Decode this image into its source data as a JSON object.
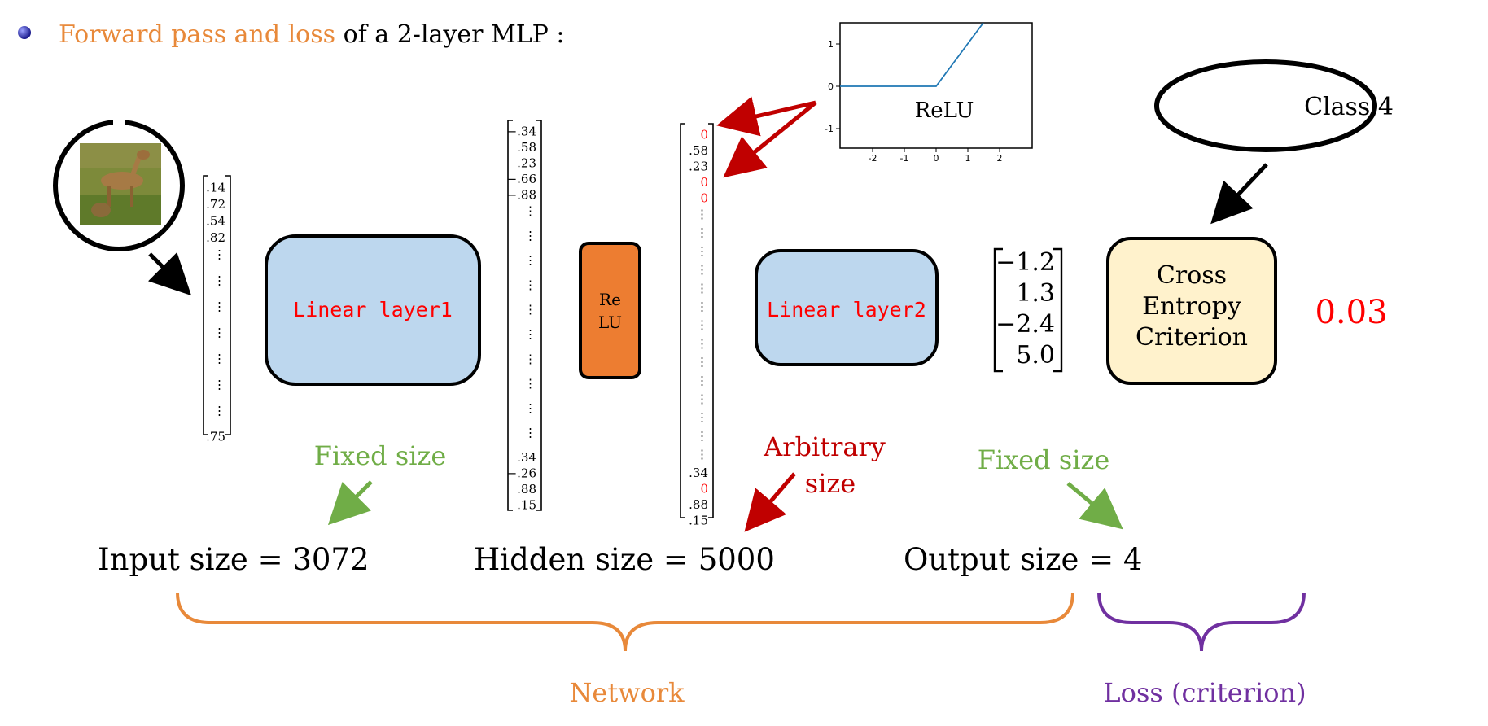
{
  "heading": {
    "highlight": "Forward pass and loss",
    "rest": "of a 2-layer MLP :"
  },
  "relu_plot": {
    "label": "ReLU",
    "x_ticks": [
      "-2",
      "-1",
      "0",
      "1",
      "2"
    ],
    "y_ticks": [
      "1",
      "0",
      "-1"
    ]
  },
  "input_vector": {
    "top_values": [
      ".14",
      ".72",
      ".54",
      ".82"
    ],
    "bottom_values": [
      ".75"
    ],
    "dots": [
      "⋮",
      "⋮",
      "⋮",
      "⋮",
      "⋮",
      "⋮",
      "⋮"
    ]
  },
  "hidden_pre": {
    "top_values": [
      "−.34",
      ".58",
      ".23",
      "−.66",
      "−.88"
    ],
    "bottom_values": [
      ".34",
      "−.26",
      ".88",
      ".15"
    ],
    "dots": [
      "⋮",
      "⋮",
      "⋮",
      "⋮",
      "⋮",
      "⋮",
      "⋮",
      "⋮",
      "⋮",
      "⋮"
    ]
  },
  "hidden_post": {
    "top_values": [
      {
        "v": "0",
        "zero": true
      },
      {
        "v": ".58",
        "zero": false
      },
      {
        "v": ".23",
        "zero": false
      },
      {
        "v": "0",
        "zero": true
      },
      {
        "v": "0",
        "zero": true
      }
    ],
    "bottom_values": [
      {
        "v": ".34",
        "zero": false
      },
      {
        "v": "0",
        "zero": true
      },
      {
        "v": ".88",
        "zero": false
      },
      {
        "v": ".15",
        "zero": false
      }
    ],
    "dots": [
      "⋮",
      "⋮",
      "⋮",
      "⋮",
      "⋮",
      "⋮",
      "⋮",
      "⋮",
      "⋮",
      "⋮",
      "⋮",
      "⋮",
      "⋮",
      "⋮"
    ]
  },
  "blocks": {
    "linear1": "Linear_layer1",
    "relu_line1": "Re",
    "relu_line2": "LU",
    "linear2": "Linear_layer2",
    "criterion_line1": "Cross",
    "criterion_line2": "Entropy",
    "criterion_line3": "Criterion"
  },
  "output_vector": [
    "−1.2",
    "1.3",
    "−2.4",
    "5.0"
  ],
  "loss_value": "0.03",
  "class_label": "Class 4",
  "annotations": {
    "fixed_size_input": "Fixed size",
    "arbitrary_line1": "Arbitrary",
    "arbitrary_line2": "size",
    "fixed_size_output": "Fixed size"
  },
  "sizes": {
    "input": "Input size = 3072",
    "hidden": "Hidden size = 5000",
    "output": "Output size = 4"
  },
  "braces": {
    "network": "Network",
    "loss": "Loss (criterion)"
  },
  "colors": {
    "orange": "#E8893A",
    "green": "#70AD47",
    "red": "#FF0000",
    "darkred": "#C00000",
    "purple": "#7030A0",
    "blue_box": "#BDD7EE",
    "relu_box": "#ED7D31",
    "criterion_box": "#FFF2CC",
    "relu_line": "#1F77B4"
  }
}
